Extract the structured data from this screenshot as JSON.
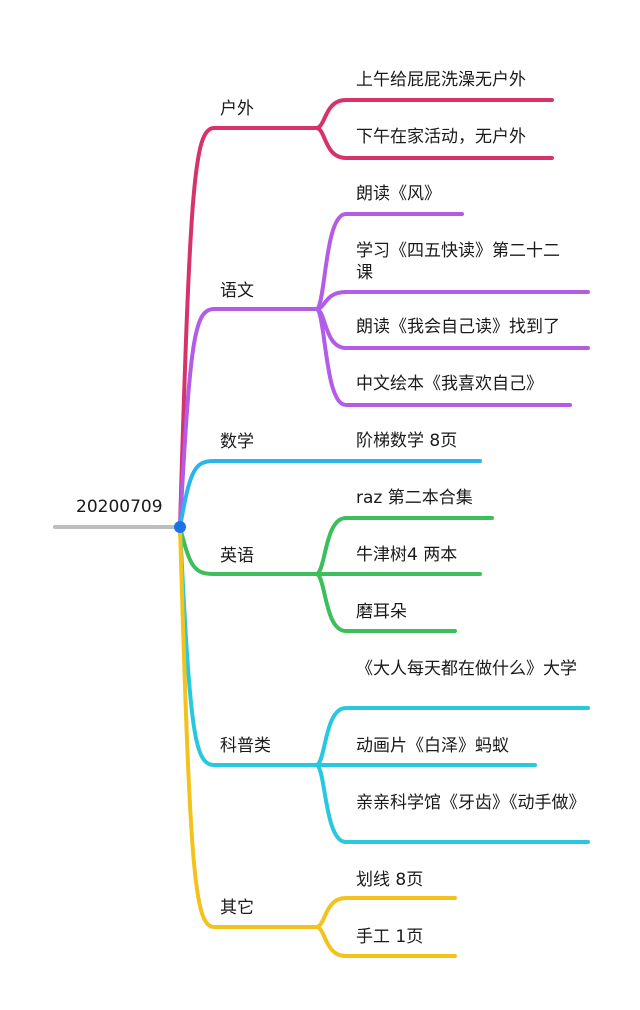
{
  "root": {
    "label": "20200709"
  },
  "colors": {
    "root_line": "#bdbdbd",
    "root_dot": "#1a73e8"
  },
  "branches": [
    {
      "label": "户外",
      "color": "#d6336c",
      "items": [
        "上午给屁屁洗澡无户外",
        "下午在家活动，无户外"
      ]
    },
    {
      "label": "语文",
      "color": "#b25ce8",
      "items": [
        "朗读《风》",
        "学习《四五快读》第二十二课",
        "朗读《我会自己读》找到了",
        "中文绘本《我喜欢自己》"
      ]
    },
    {
      "label": "数学",
      "color": "#2ab6ea",
      "items": [
        "阶梯数学 8页"
      ]
    },
    {
      "label": "英语",
      "color": "#3cbf5a",
      "items": [
        "raz 第二本合集",
        "牛津树4 两本",
        "磨耳朵"
      ]
    },
    {
      "label": "科普类",
      "color": "#28c8e0",
      "items": [
        "《大人每天都在做什么》大学",
        "动画片《白泽》蚂蚁",
        "亲亲科学馆《牙齿》《动手做》"
      ]
    },
    {
      "label": "其它",
      "color": "#f2c31c",
      "items": [
        "划线 8页",
        "手工 1页"
      ]
    }
  ]
}
